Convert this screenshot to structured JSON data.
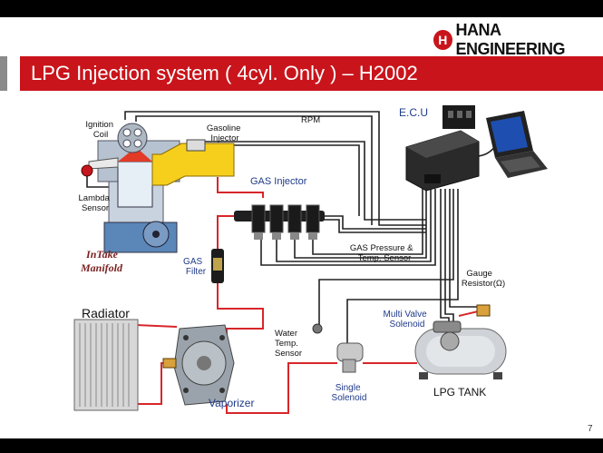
{
  "logo": {
    "mark": "H",
    "text": "HANA ENGINEERING"
  },
  "title": "LPG Injection system ( 4cyl. Only ) – H2002",
  "labels": {
    "ignition_coil_1": "Ignition",
    "ignition_coil_2": "Coil",
    "gasoline_injector_1": "Gasoline",
    "gasoline_injector_2": "Injector",
    "rpm": "RPM",
    "ecu": "E.C.U",
    "gas_injector": "GAS Injector",
    "lambda_sensor_1": "Lambda",
    "lambda_sensor_2": "Sensor",
    "intake_manifold_1": "InTake",
    "intake_manifold_2": "Manifold",
    "gas_filter_1": "GAS",
    "gas_filter_2": "Filter",
    "gas_pressure_1": "GAS Pressure &",
    "gas_pressure_2": "Temp. Sensor",
    "gauge_resistor_1": "Gauge",
    "gauge_resistor_2": "Resistor(Ω)",
    "radiator": "Radiator",
    "multi_valve_1": "Multi Valve",
    "multi_valve_2": "Solenoid",
    "water_temp_1": "Water",
    "water_temp_2": "Temp.",
    "water_temp_3": "Sensor",
    "single_solenoid_1": "Single",
    "single_solenoid_2": "Solenoid",
    "lpg_tank": "LPG TANK",
    "vaporizer": "Vaporizer"
  },
  "page_number": "7",
  "colors": {
    "title_band": "#c9141b",
    "wire": "#222222",
    "gas_line": "#d8262a",
    "label_blue": "#1f3a8a",
    "intake_label": "#7a1f1f"
  }
}
